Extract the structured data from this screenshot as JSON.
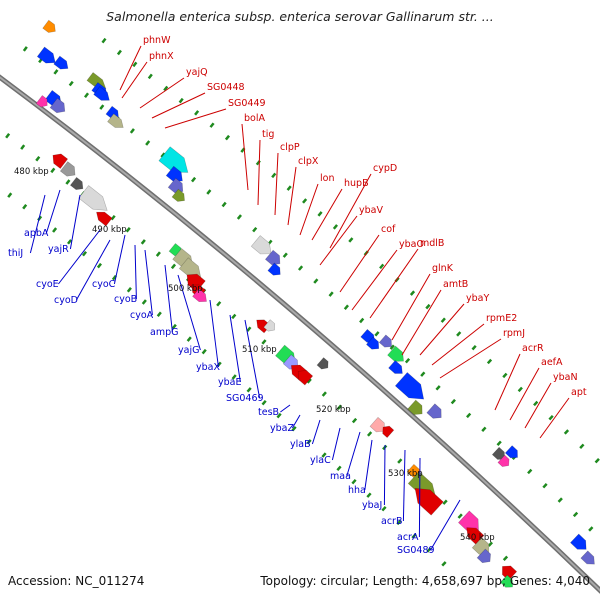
{
  "title": "Salmonella enterica subsp. enterica serovar Gallinarum str. ...",
  "footer": {
    "accession": "Accession: NC_011274",
    "summary": "Topology: circular; Length: 4,658,697 bp; Genes: 4,040"
  },
  "colors": {
    "forward_label": "#cc0000",
    "reverse_label": "#0000cc",
    "backbone": "#888888",
    "tick": "#1f8a1f"
  },
  "kbp_ticks": [
    "480 kbp",
    "490 kbp",
    "500 kbp",
    "510 kbp",
    "520 kbp",
    "530 kbp",
    "540 kbp"
  ],
  "forward_labels": [
    "phnW",
    "phnX",
    "yajQ",
    "SG0448",
    "SG0449",
    "bolA",
    "tig",
    "clpP",
    "clpX",
    "lon",
    "hupB",
    "cypD",
    "ybaV",
    "cof",
    "ybaO",
    "mdlB",
    "glnK",
    "amtB",
    "ybaY",
    "rpmE2",
    "rpmJ",
    "acrR",
    "aefA",
    "ybaN",
    "apt"
  ],
  "reverse_labels": [
    "thiJ",
    "apbA",
    "yajR",
    "cyoE",
    "cyoD",
    "cyoC",
    "cyoB",
    "cyoA",
    "ampG",
    "yajG",
    "ybaX",
    "ybaE",
    "SG0469",
    "tesB",
    "ybaZ",
    "ylaB",
    "ylaC",
    "maa",
    "hha",
    "ybaJ",
    "acrB",
    "acrA",
    "SG0489"
  ]
}
